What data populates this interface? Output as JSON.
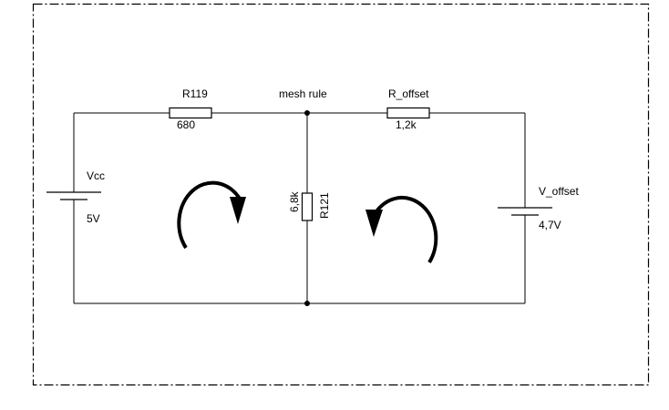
{
  "diagram": {
    "node_label": "mesh rule",
    "components": {
      "r119": {
        "name": "R119",
        "value": "680"
      },
      "r_offset": {
        "name": "R_offset",
        "value": "1,2k"
      },
      "r121": {
        "name": "R121",
        "value": "6,8k"
      },
      "vcc": {
        "name": "Vcc",
        "value": "5V"
      },
      "v_offset": {
        "name": "V_offset",
        "value": "4,7V"
      }
    },
    "mesh_currents": [
      {
        "mesh": "left",
        "direction": "clockwise"
      },
      {
        "mesh": "right",
        "direction": "counterclockwise"
      }
    ]
  }
}
